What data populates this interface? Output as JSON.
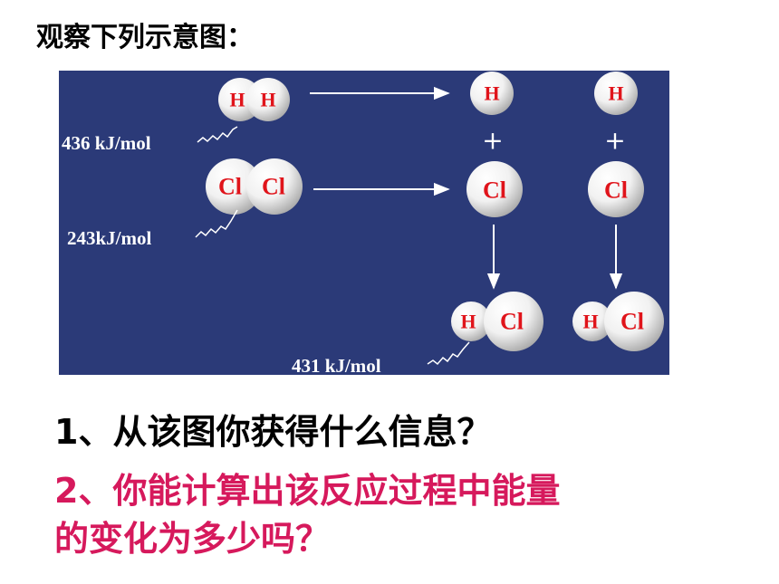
{
  "heading": "观察下列示意图：",
  "diagram": {
    "atoms": {
      "h": "H",
      "cl": "Cl"
    },
    "plus": "+",
    "energy_labels": {
      "h_h_bond": "436 kJ/mol",
      "cl_cl_bond": "243kJ/mol",
      "h_cl_bond": "431 kJ/mol"
    },
    "colors": {
      "panel": "#2b3a78",
      "atom_label": "#e0141b",
      "question2": "#d6195c"
    }
  },
  "questions": {
    "q1": "1、从该图你获得什么信息？",
    "q2_line1": "2、你能计算出该反应过程中能量",
    "q2_line2": "的变化为多少吗？"
  }
}
